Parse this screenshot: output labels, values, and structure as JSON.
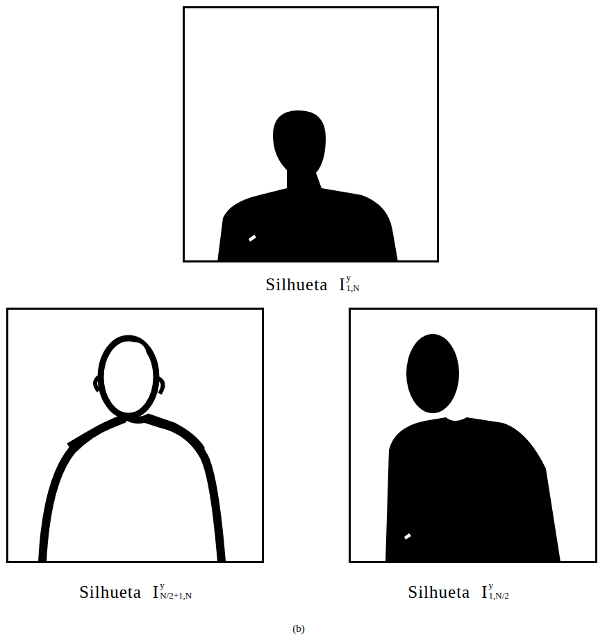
{
  "diagram": {
    "caption": "(b)",
    "nodes": [
      {
        "text": [
          "Silhueta",
          "I",
          "y",
          "1,N"
        ]
      },
      {
        "text": [
          "Silhueta",
          "I",
          "y",
          "N/2+1,N"
        ]
      },
      {
        "text": [
          "Silhueta",
          "I",
          "y",
          "1,N/2"
        ]
      }
    ]
  }
}
